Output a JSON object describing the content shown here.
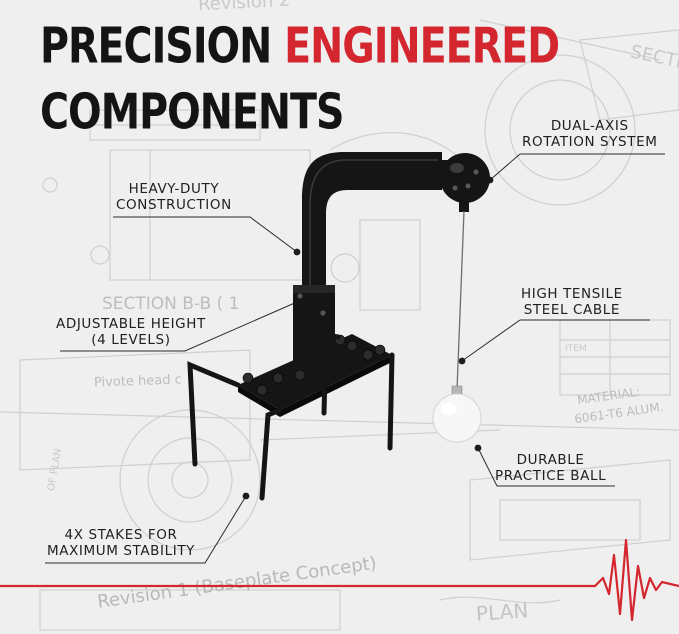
{
  "headline": {
    "line1_dark": "PRECISION ",
    "line1_red": "ENGINEERED",
    "line2": "COMPONENTS"
  },
  "labels": {
    "dual_axis": [
      "DUAL-AXIS",
      "ROTATION SYSTEM"
    ],
    "heavy_duty": [
      "HEAVY-DUTY",
      "CONSTRUCTION"
    ],
    "adjustable": [
      "ADJUSTABLE HEIGHT",
      "(4 LEVELS)"
    ],
    "cable": [
      "HIGH TENSILE",
      "STEEL CABLE"
    ],
    "ball": [
      "DURABLE",
      "PRACTICE BALL"
    ],
    "stakes": [
      "4X STAKES FOR",
      "MAXIMUM STABILITY"
    ]
  },
  "background_text": {
    "revision2": "Revision 2",
    "section_bb": "SECTION B-B ( 1",
    "section": "SECTIO",
    "pivot": "Pivote head c",
    "material": "MATERIAL:",
    "alloy": "6061-T6 ALUM.",
    "revision1": "Revision 1 (Baseplate Concept)",
    "plan": "PLAN",
    "item": "ITEM",
    "of_plan": "OF PLAN"
  },
  "colors": {
    "accent": "#d3262f",
    "text": "#141414",
    "metal": "#151515",
    "background": "#efefef"
  }
}
